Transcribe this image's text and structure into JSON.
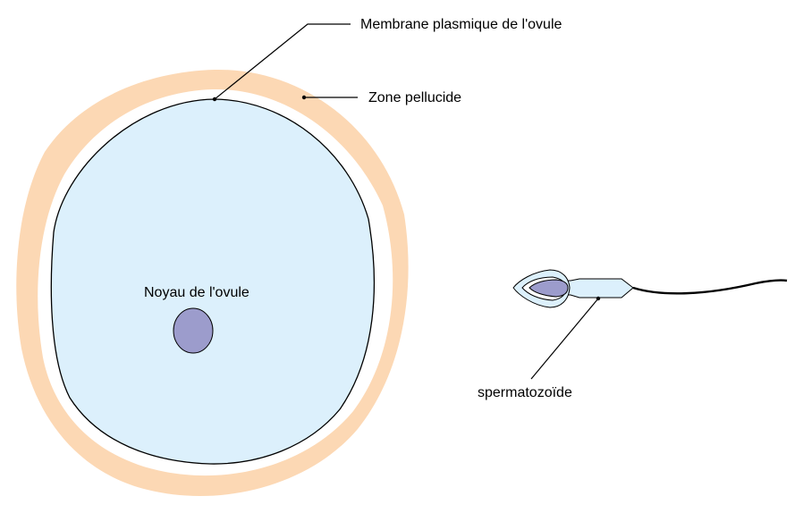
{
  "labels": {
    "membrane": "Membrane plasmique de l'ovule",
    "zona": "Zone pellucide",
    "nucleus": "Noyau de l'ovule",
    "sperm": "spermatozoïde"
  },
  "colors": {
    "zona_fill": "#fcd8b4",
    "cytoplasm_fill": "#dcf0fc",
    "nucleus_fill": "#9c9ccc",
    "sperm_fill": "#dcf0fc",
    "sperm_nucleus_fill": "#9c9ccc",
    "outline": "#000000",
    "leader_line": "#000000"
  }
}
